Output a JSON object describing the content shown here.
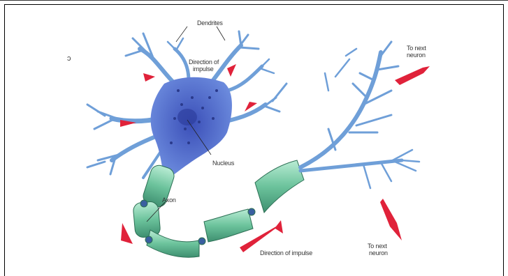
{
  "labels": {
    "dendrites": "Dendrites",
    "direction_top_line1": "Direction of",
    "direction_top_line2": "impulse",
    "nucleus": "Nucleus",
    "axon": "Axon",
    "direction_bottom": "Direction of impulse",
    "next_neuron_top_line1": "To next",
    "next_neuron_top_line2": "neuron",
    "next_neuron_bottom_line1": "To next",
    "next_neuron_bottom_line2": "neuron",
    "stray_mark": "ↄ"
  },
  "colors": {
    "dendrite": "#6f9fd8",
    "cell_body": "#4a63c8",
    "nucleus_dots": "#2a3a8c",
    "myelin": "#7ec8a6",
    "myelin_dark": "#3e8f70",
    "node": "#3a5fa0",
    "arrow": "#e0223a",
    "leader": "#222222"
  }
}
